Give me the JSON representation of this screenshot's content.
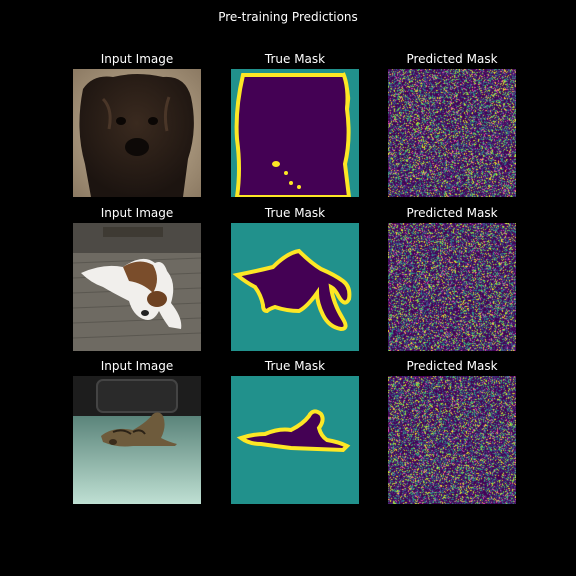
{
  "figure": {
    "title": "Pre-training Predictions"
  },
  "rows": [
    {
      "input_title": "Input Image",
      "true_title": "True Mask",
      "pred_title": "Predicted Mask",
      "input_content": "photo of a dark brown fluffy dog",
      "true_mask": "dog head segmentation",
      "pred_mask": "noisy prediction"
    },
    {
      "input_title": "Input Image",
      "true_title": "True Mask",
      "pred_title": "Predicted Mask",
      "input_content": "photo of a white and brown dog lying on a deck",
      "true_mask": "lying dog segmentation",
      "pred_mask": "noisy prediction"
    },
    {
      "input_title": "Input Image",
      "true_title": "True Mask",
      "pred_title": "Predicted Mask",
      "input_content": "photo of a cat lying on a green carpet",
      "true_mask": "lying cat segmentation",
      "pred_mask": "noisy prediction"
    }
  ],
  "colors": {
    "background": "#000000",
    "mask_background": "#21918c",
    "mask_object": "#440154",
    "mask_border": "#fde725"
  }
}
